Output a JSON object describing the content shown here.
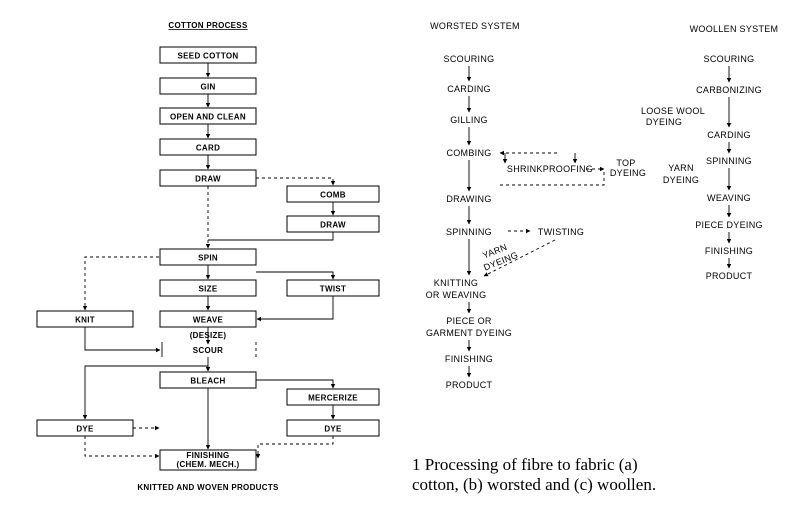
{
  "cotton": {
    "title": "COTTON PROCESS",
    "seed_cotton": "SEED COTTON",
    "gin": "GIN",
    "open_clean": "OPEN AND CLEAN",
    "card": "CARD",
    "draw": "DRAW",
    "comb": "COMB",
    "draw2": "DRAW",
    "spin": "SPIN",
    "size": "SIZE",
    "twist": "TWIST",
    "knit": "KNIT",
    "weave": "WEAVE",
    "desize": "(DESIZE)",
    "scour": "SCOUR",
    "bleach": "BLEACH",
    "mercerize": "MERCERIZE",
    "dye": "DYE",
    "dye2": "DYE",
    "finishing_1": "FINISHING",
    "finishing_2": "(CHEM. MECH.)",
    "products": "KNITTED AND WOVEN PRODUCTS"
  },
  "worsted": {
    "title": "WORSTED SYSTEM",
    "scouring": "SCOURING",
    "carding": "CARDING",
    "gilling": "GILLING",
    "combing": "COMBING",
    "shrinkproofing": "SHRINKPROOFING",
    "top_1": "TOP",
    "top_2": "DYEING",
    "drawing": "DRAWING",
    "spinning": "SPINNING",
    "twisting": "TWISTING",
    "yarn_1": "YARN",
    "yarn_2": "DYEING",
    "knit_1": "KNITTING",
    "knit_2": "OR WEAVING",
    "piece_1": "PIECE OR",
    "piece_2": "GARMENT DYEING",
    "finishing": "FINISHING",
    "product": "PRODUCT"
  },
  "woollen": {
    "title": "WOOLLEN SYSTEM",
    "scouring": "SCOURING",
    "carbonizing": "CARBONIZING",
    "loose_1": "LOOSE WOOL",
    "loose_2": "DYEING",
    "carding": "CARDING",
    "spinning": "SPINNING",
    "yarn_1": "YARN",
    "yarn_2": "DYEING",
    "weaving": "WEAVING",
    "piece_dyeing": "PIECE DYEING",
    "finishing": "FINISHING",
    "product": "PRODUCT"
  },
  "caption": {
    "line1": "1 Processing of fibre to fabric (a)",
    "line2": "cotton, (b) worsted and (c) woollen."
  }
}
